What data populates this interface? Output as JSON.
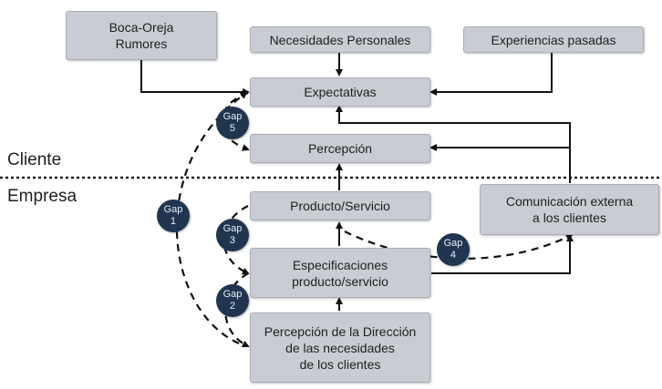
{
  "zones": {
    "client_label": "Cliente",
    "company_label": "Empresa"
  },
  "boxes": {
    "boca_oreja": "Boca-Oreja\nRumores",
    "necesidades": "Necesidades Personales",
    "experiencias": "Experiencias pasadas",
    "expectativas": "Expectativas",
    "percepcion": "Percepción",
    "producto": "Producto/Servicio",
    "comunicacion": "Comunicación externa\na los clientes",
    "especificaciones": "Especificaciones\nproducto/servicio",
    "percepcion_direccion": "Percepción de la Dirección\nde las necesidades\nde los clientes"
  },
  "gaps": {
    "gap1": "Gap\n1",
    "gap2": "Gap\n2",
    "gap3": "Gap\n3",
    "gap4": "Gap\n4",
    "gap5": "Gap\n5"
  },
  "colors": {
    "box_fill": "#c9cdd3",
    "gap_fill": "#1f3550",
    "line": "#111111"
  }
}
